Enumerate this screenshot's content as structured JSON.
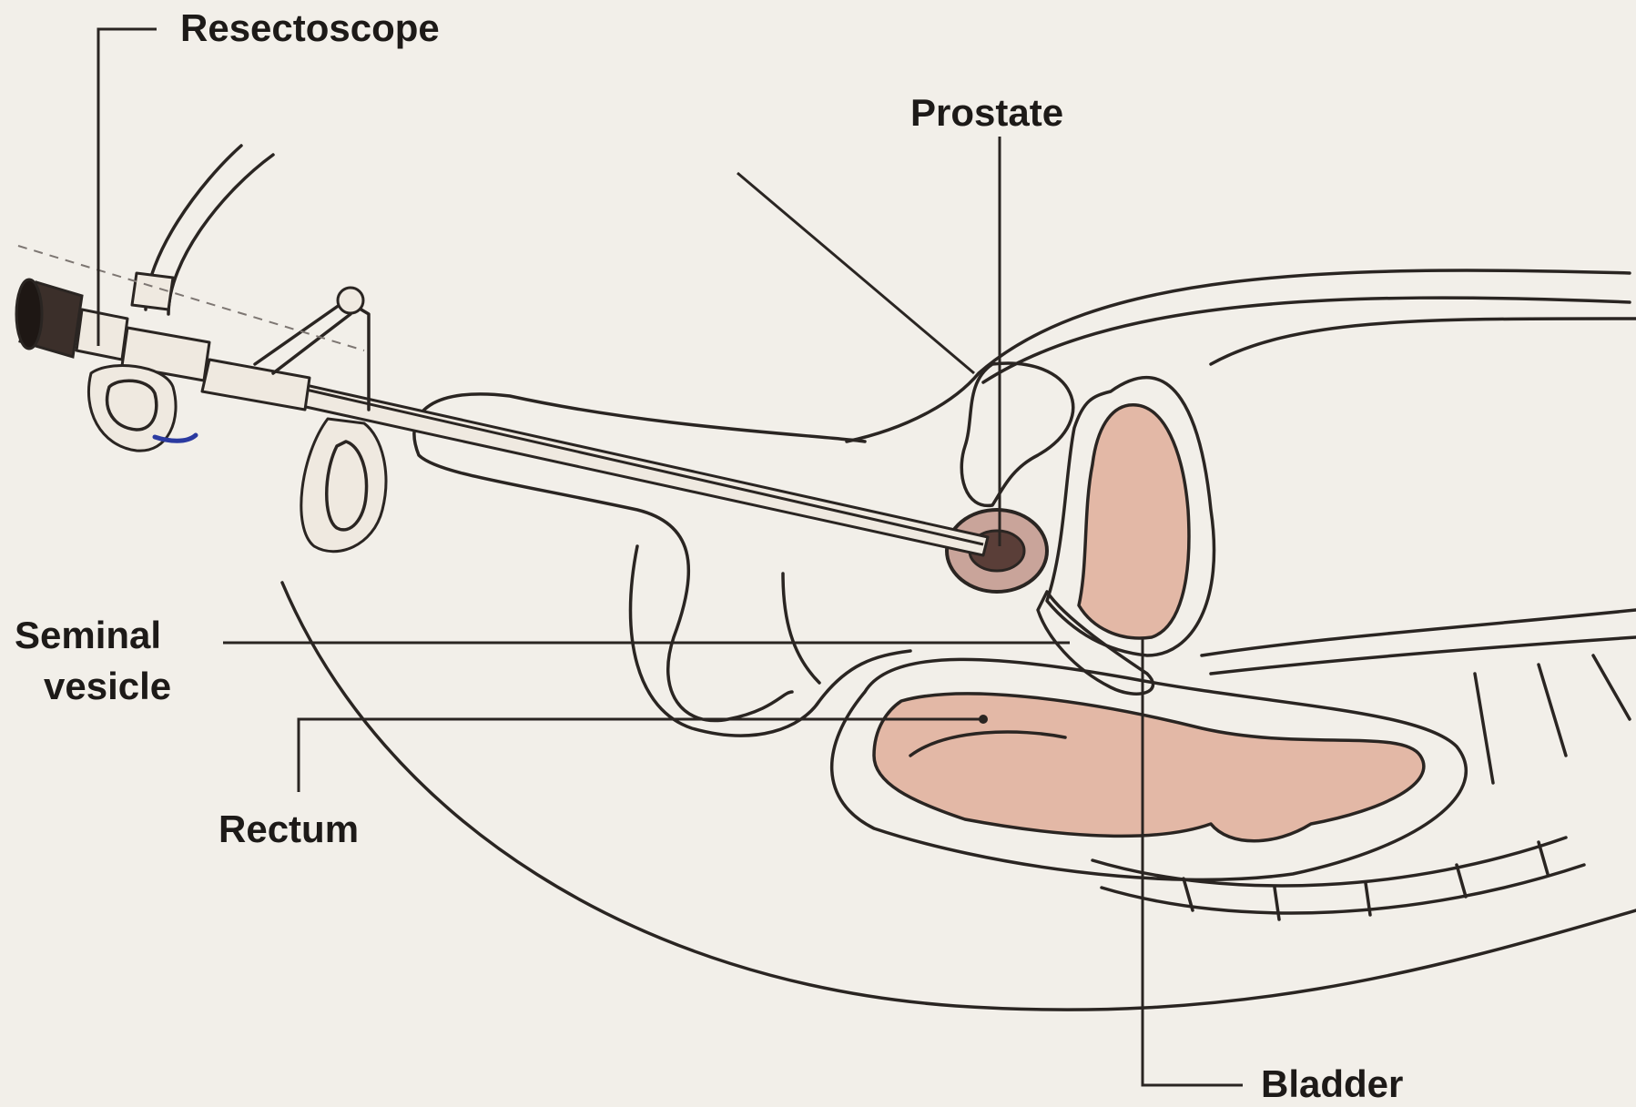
{
  "diagram": {
    "labels": {
      "resectoscope": "Resectoscope",
      "prostate": "Prostate",
      "seminal_vesicle_line1": "Seminal",
      "seminal_vesicle_line2": "vesicle",
      "rectum": "Rectum",
      "bladder": "Bladder"
    },
    "colors": {
      "paper": "#f2efe9",
      "organ_fill": "#e3b8a6",
      "outline": "#2a2522"
    }
  }
}
